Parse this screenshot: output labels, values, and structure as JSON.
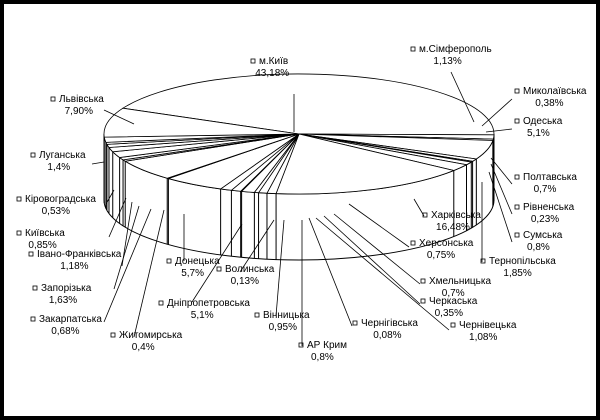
{
  "colors": {
    "background": "#000000",
    "plot": "#ffffff",
    "ink": "#000000"
  },
  "chart_data": {
    "type": "pie",
    "title": "",
    "style": "3d-exploded-none",
    "legend": "labels-around-pie",
    "slices": [
      {
        "name": "м.Київ",
        "value": 43.18,
        "label": "43,18%"
      },
      {
        "name": "м.Сімферополь",
        "value": 1.13,
        "label": "1,13%"
      },
      {
        "name": "Миколаївська",
        "value": 0.38,
        "label": "0,38%"
      },
      {
        "name": "Одеська",
        "value": 5.1,
        "label": "5,1%"
      },
      {
        "name": "Полтавська",
        "value": 0.7,
        "label": "0,7%"
      },
      {
        "name": "Рівненська",
        "value": 0.23,
        "label": "0,23%"
      },
      {
        "name": "Сумська",
        "value": 0.8,
        "label": "0,8%"
      },
      {
        "name": "Тернопільська",
        "value": 1.85,
        "label": "1,85%"
      },
      {
        "name": "Харківська",
        "value": 16.48,
        "label": "16,48%"
      },
      {
        "name": "Херсонська",
        "value": 0.75,
        "label": "0,75%"
      },
      {
        "name": "Хмельницька",
        "value": 0.7,
        "label": "0,7%"
      },
      {
        "name": "Черкаська",
        "value": 0.35,
        "label": "0,35%"
      },
      {
        "name": "Чернівецька",
        "value": 1.08,
        "label": "1,08%"
      },
      {
        "name": "Чернігівська",
        "value": 0.08,
        "label": "0,08%"
      },
      {
        "name": "АР Крим",
        "value": 0.8,
        "label": "0,8%"
      },
      {
        "name": "Вінницька",
        "value": 0.95,
        "label": "0,95%"
      },
      {
        "name": "Дніпропетровська",
        "value": 5.1,
        "label": "5,1%"
      },
      {
        "name": "Волинська",
        "value": 0.13,
        "label": "0,13%"
      },
      {
        "name": "Донецька",
        "value": 5.7,
        "label": "5,7%"
      },
      {
        "name": "Житомирська",
        "value": 0.4,
        "label": "0,4%"
      },
      {
        "name": "Закарпатська",
        "value": 0.68,
        "label": "0,68%"
      },
      {
        "name": "Запорізька",
        "value": 1.63,
        "label": "1,63%"
      },
      {
        "name": "Івано-Франківська",
        "value": 1.18,
        "label": "1,18%"
      },
      {
        "name": "Київська",
        "value": 0.85,
        "label": "0,85%"
      },
      {
        "name": "Кіровоградська",
        "value": 0.53,
        "label": "0,53%"
      },
      {
        "name": "Луганська",
        "value": 1.4,
        "label": "1,4%"
      },
      {
        "name": "Львівська",
        "value": 7.9,
        "label": "7,90%"
      }
    ]
  }
}
